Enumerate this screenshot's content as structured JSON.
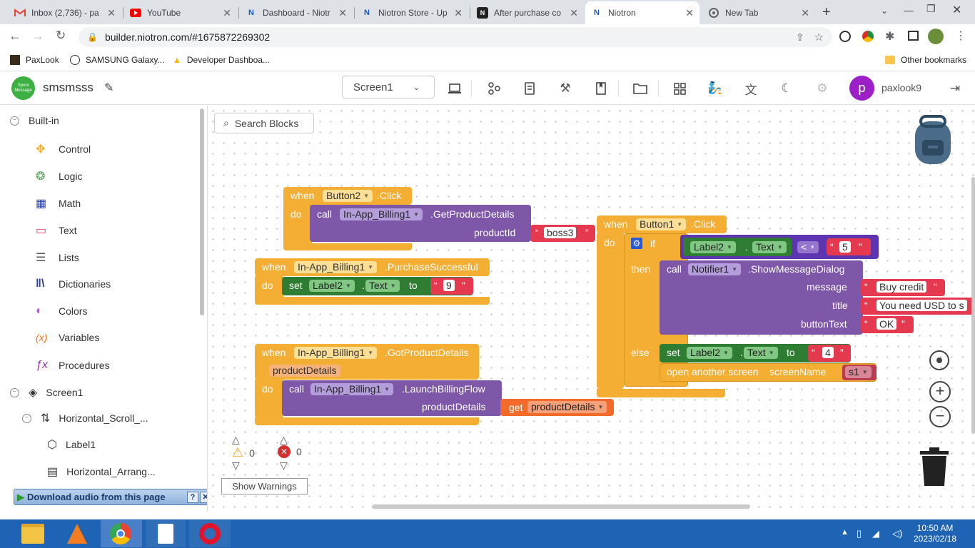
{
  "browser": {
    "tabs": [
      {
        "title": "Inbox (2,736) - pa",
        "icon": "gmail-icon"
      },
      {
        "title": "YouTube",
        "icon": "youtube-icon"
      },
      {
        "title": "Dashboard - Niotr",
        "icon": "niotron-icon"
      },
      {
        "title": "Niotron Store - Up",
        "icon": "niotron-icon"
      },
      {
        "title": "After purchase co",
        "icon": "niotron-icon"
      },
      {
        "title": "Niotron",
        "icon": "niotron-icon"
      },
      {
        "title": "New Tab",
        "icon": "chrome-icon"
      }
    ],
    "url": "builder.niotron.com/#1675872269302",
    "bookmarks": [
      "PaxLook",
      "SAMSUNG Galaxy...",
      "Developer Dashboa..."
    ],
    "other_bookmarks": "Other bookmarks"
  },
  "app": {
    "logo_text": "Spool Message",
    "project_name": "smsmsss",
    "screen_select": "Screen1",
    "user_initial": "p",
    "username": "paxlook9"
  },
  "sidebar": {
    "builtin": "Built-in",
    "categories": [
      "Control",
      "Logic",
      "Math",
      "Text",
      "Lists",
      "Dictionaries",
      "Colors",
      "Variables",
      "Procedures"
    ],
    "category_colors": [
      "#ffab19",
      "#5ba55b",
      "#5b67a5",
      "#e53972",
      "#745ca6",
      "#2c3fa0",
      "#a85dd0",
      "#ff6e1a",
      "#9a2fb0"
    ],
    "screen": "Screen1",
    "components": [
      "Horizontal_Scroll_...",
      "Label1",
      "Horizontal_Arrang..."
    ],
    "download_audio": "Download audio from this page"
  },
  "workspace": {
    "search": "Search Blocks",
    "warnings_count": "0",
    "errors_count": "0",
    "show_warnings": "Show Warnings"
  },
  "blocks": {
    "b2": {
      "when": "when",
      "component": "Button2",
      "event": ".Click",
      "do": "do",
      "call": "call",
      "callcomp": "In-App_Billing1",
      "method": ".GetProductDetails",
      "param": "productId",
      "value": "boss3"
    },
    "ps": {
      "when": "when",
      "component": "In-App_Billing1",
      "event": ".PurchaseSuccessful",
      "do": "do",
      "set": "set",
      "comp": "Label2",
      "dot": ".",
      "prop": "Text",
      "to": "to",
      "value": "9"
    },
    "gp": {
      "when": "when",
      "component": "In-App_Billing1",
      "event": ".GotProductDetails",
      "param": "productDetails",
      "do": "do",
      "call": "call",
      "callcomp": "In-App_Billing1",
      "method": ".LaunchBillingFlow",
      "arg": "productDetails",
      "get": "get",
      "getvar": "productDetails"
    },
    "b1": {
      "when": "when",
      "component": "Button1",
      "event": ".Click",
      "do": "do",
      "if": "if",
      "cmpcomp": "Label2",
      "dot": ".",
      "cmpprop": "Text",
      "op": "<",
      "cmpval": "5",
      "then": "then",
      "call": "call",
      "notifier": "Notifier1",
      "method": ".ShowMessageDialog",
      "p_message": "message",
      "v_message": "Buy credit",
      "p_title": "title",
      "v_title": "You need USD to s",
      "p_button": "buttonText",
      "v_button": "OK",
      "else": "else",
      "set": "set",
      "setcomp": "Label2",
      "setprop": "Text",
      "to": "to",
      "setval": "4",
      "open": "open another screen",
      "screenName": "screenName",
      "screenval": "s1"
    }
  },
  "taskbar": {
    "time": "10:50 AM",
    "date": "2023/02/18"
  }
}
